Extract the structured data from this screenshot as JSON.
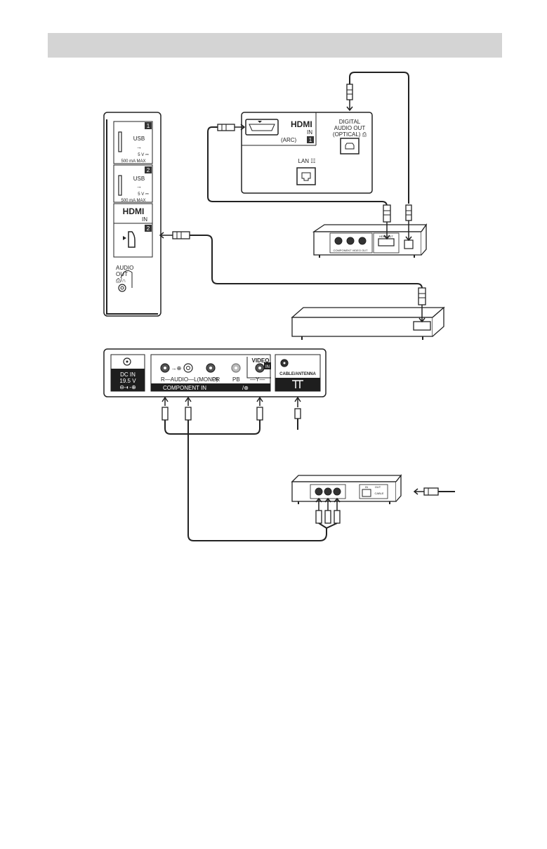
{
  "panel_side": {
    "usb1_label": "USB",
    "usb1_num": "1",
    "usb1_power": "5 V ⎓",
    "usb1_current": "500 mA MAX",
    "usb2_label": "USB",
    "usb2_num": "2",
    "usb2_power": "5 V ⎓",
    "usb2_current": "500 mA MAX",
    "hdmi_logo": "HDMI",
    "hdmi_in": "IN",
    "hdmi_num": "2",
    "audio_out_1": "AUDIO",
    "audio_out_2": "OUT",
    "headphone": "⎙/∩"
  },
  "panel_top": {
    "hdmi_logo": "HDMI",
    "hdmi_in": "IN",
    "hdmi_arc": "(ARC)",
    "hdmi_num": "1",
    "digital_1": "DIGITAL",
    "digital_2": "AUDIO OUT",
    "digital_3": "(OPTICAL) ⎙",
    "lan_label": "LAN ☷"
  },
  "panel_bottom": {
    "dc_1": "DC IN",
    "dc_2": "19.5 V",
    "dc_3": "⊖-◐-⊕",
    "audio_row": "R—AUDIO—L(MONO)",
    "pr_label": "PR",
    "pb_label": "PB",
    "y_label": "—Y—",
    "video_1": "VIDEO",
    "video_2": "IN",
    "component_label": "COMPONENT IN",
    "component_suffix": "/⊕",
    "cable_label": "CABLE/ANTENNA"
  },
  "receiver": {
    "component_label": "COMPONENT VIDEO OUT",
    "hdmi_label": "HDMI OUT"
  },
  "cable_box": {
    "in_label": "IN",
    "out_label": "OUT",
    "rf_label": "CABLE"
  },
  "colors": {
    "stroke": "#222222",
    "header_gray": "#d4d4d4",
    "black_label": "#1e1e1e"
  }
}
